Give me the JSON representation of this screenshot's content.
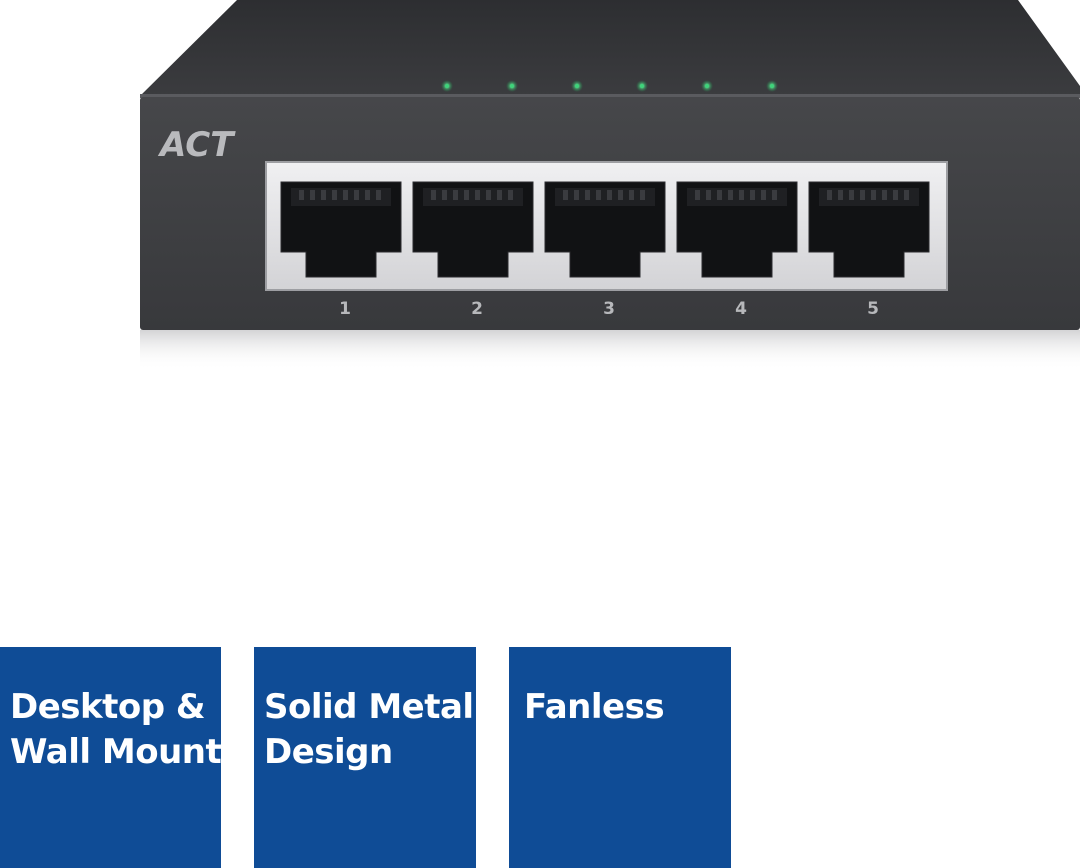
{
  "product": {
    "brand": "ACT",
    "port_labels": [
      "1",
      "2",
      "3",
      "4",
      "5"
    ],
    "colors": {
      "chassis": "#3a3b3e",
      "port_frame": "#e4e4e6",
      "led": "#3fd27a",
      "tile": "#0f4c96"
    }
  },
  "features": [
    {
      "lines": [
        "Desktop &",
        "Wall Mount"
      ]
    },
    {
      "lines": [
        "Solid Metal",
        "Design"
      ]
    },
    {
      "lines": [
        "Fanless"
      ]
    }
  ]
}
